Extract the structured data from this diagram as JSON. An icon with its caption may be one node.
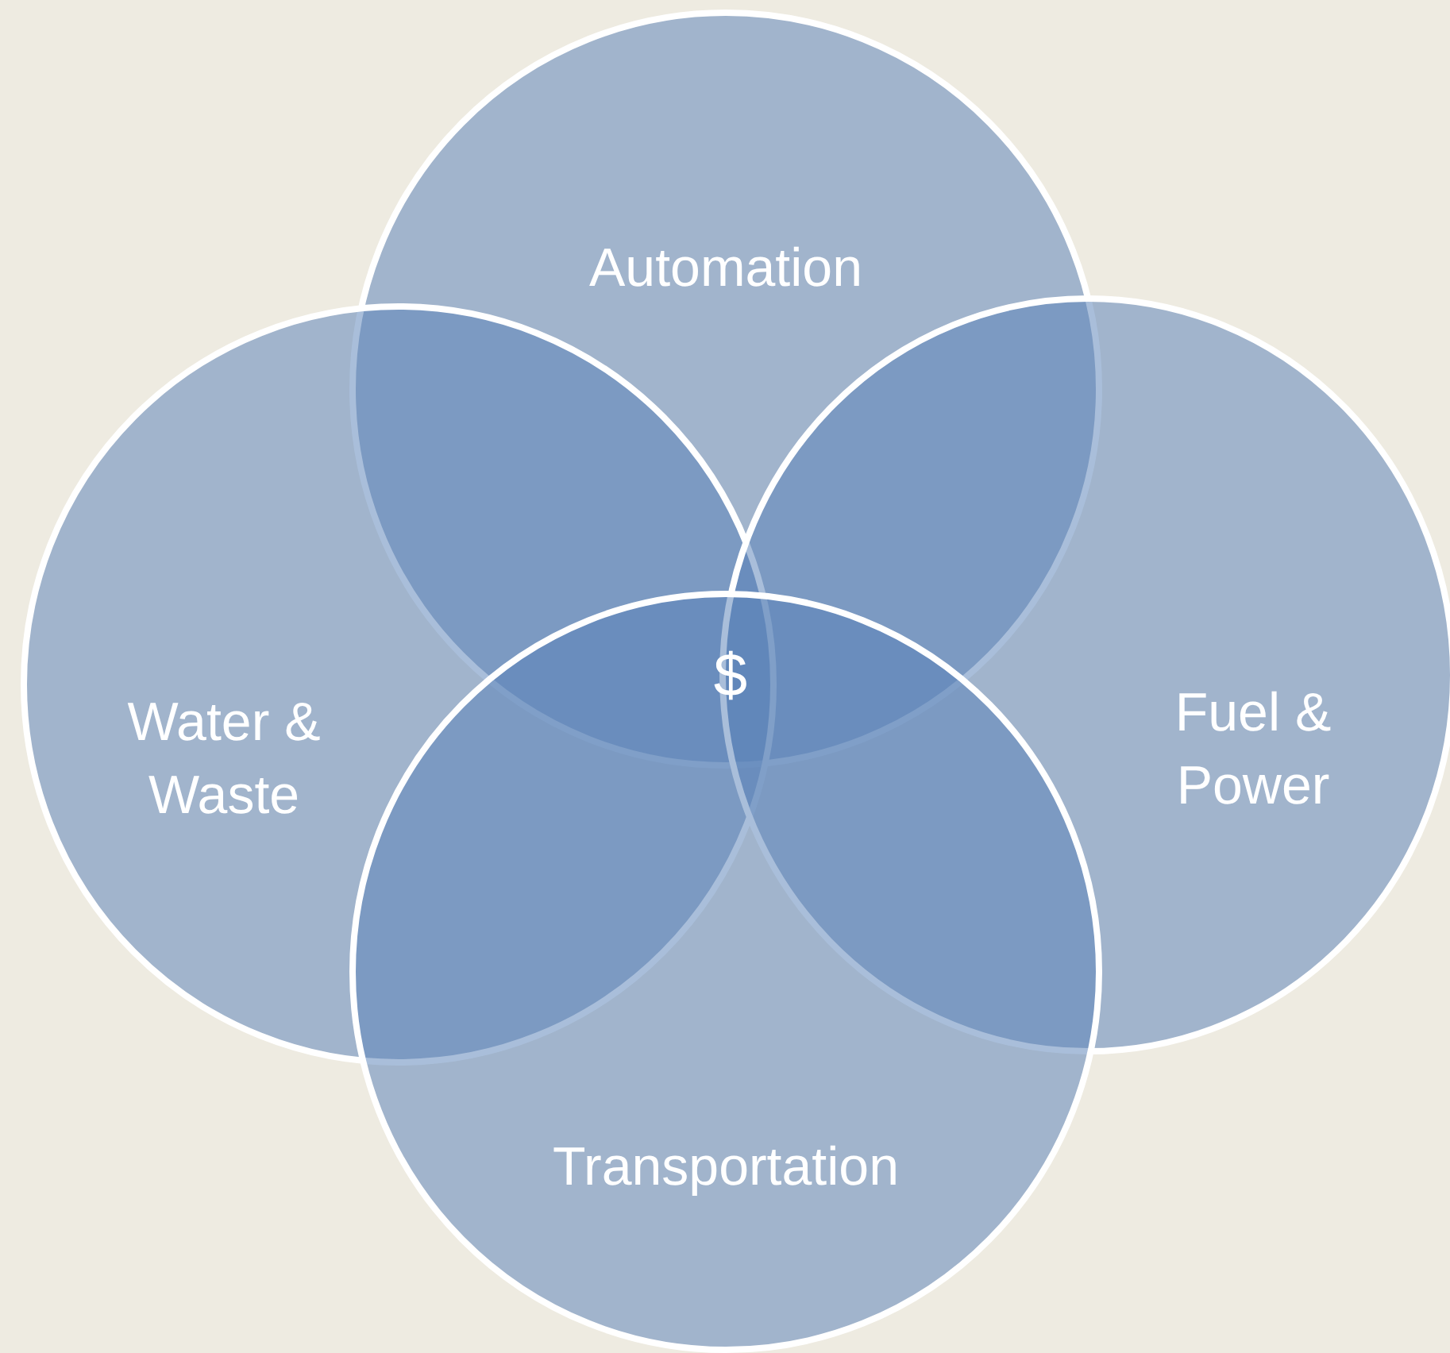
{
  "diagram": {
    "nodes": [
      {
        "text": [
          "Automation"
        ]
      },
      {
        "text": [
          "Water & Waste"
        ]
      },
      {
        "text": [
          "Fuel & Power"
        ]
      },
      {
        "text": [
          "Transportation"
        ]
      }
    ],
    "labels": [
      "$"
    ]
  }
}
